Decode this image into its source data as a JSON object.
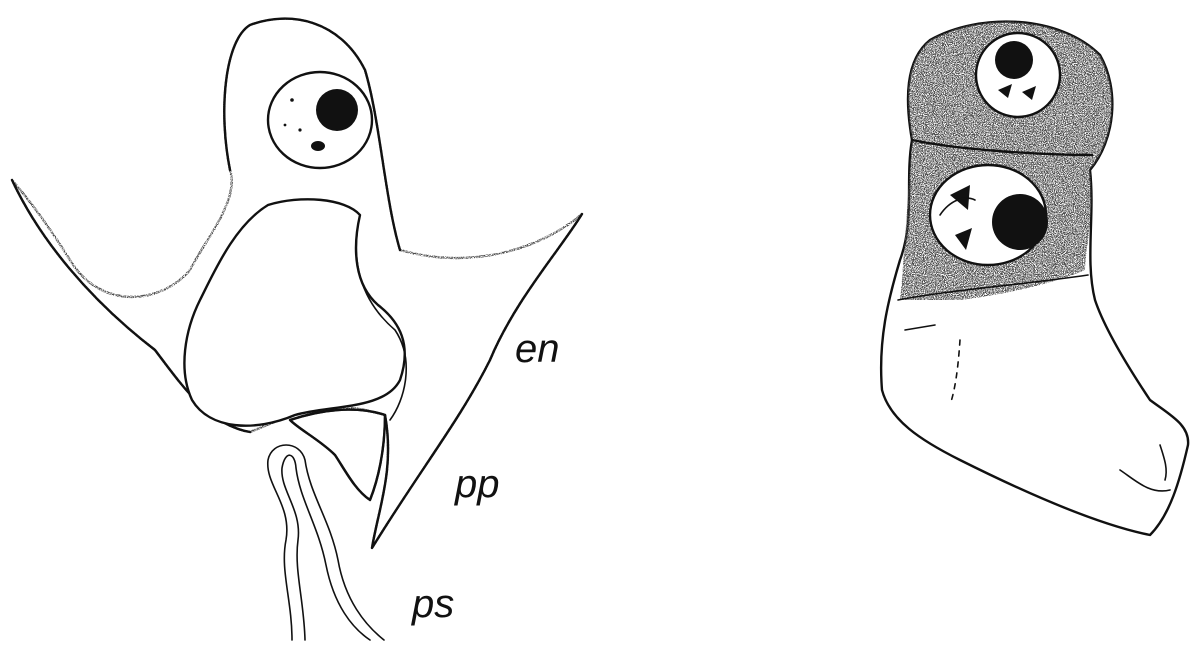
{
  "figure": {
    "labels": {
      "en": "en",
      "pp": "pp",
      "ps": "ps"
    },
    "colors": {
      "ink": "#111111",
      "paper": "#ffffff"
    }
  }
}
